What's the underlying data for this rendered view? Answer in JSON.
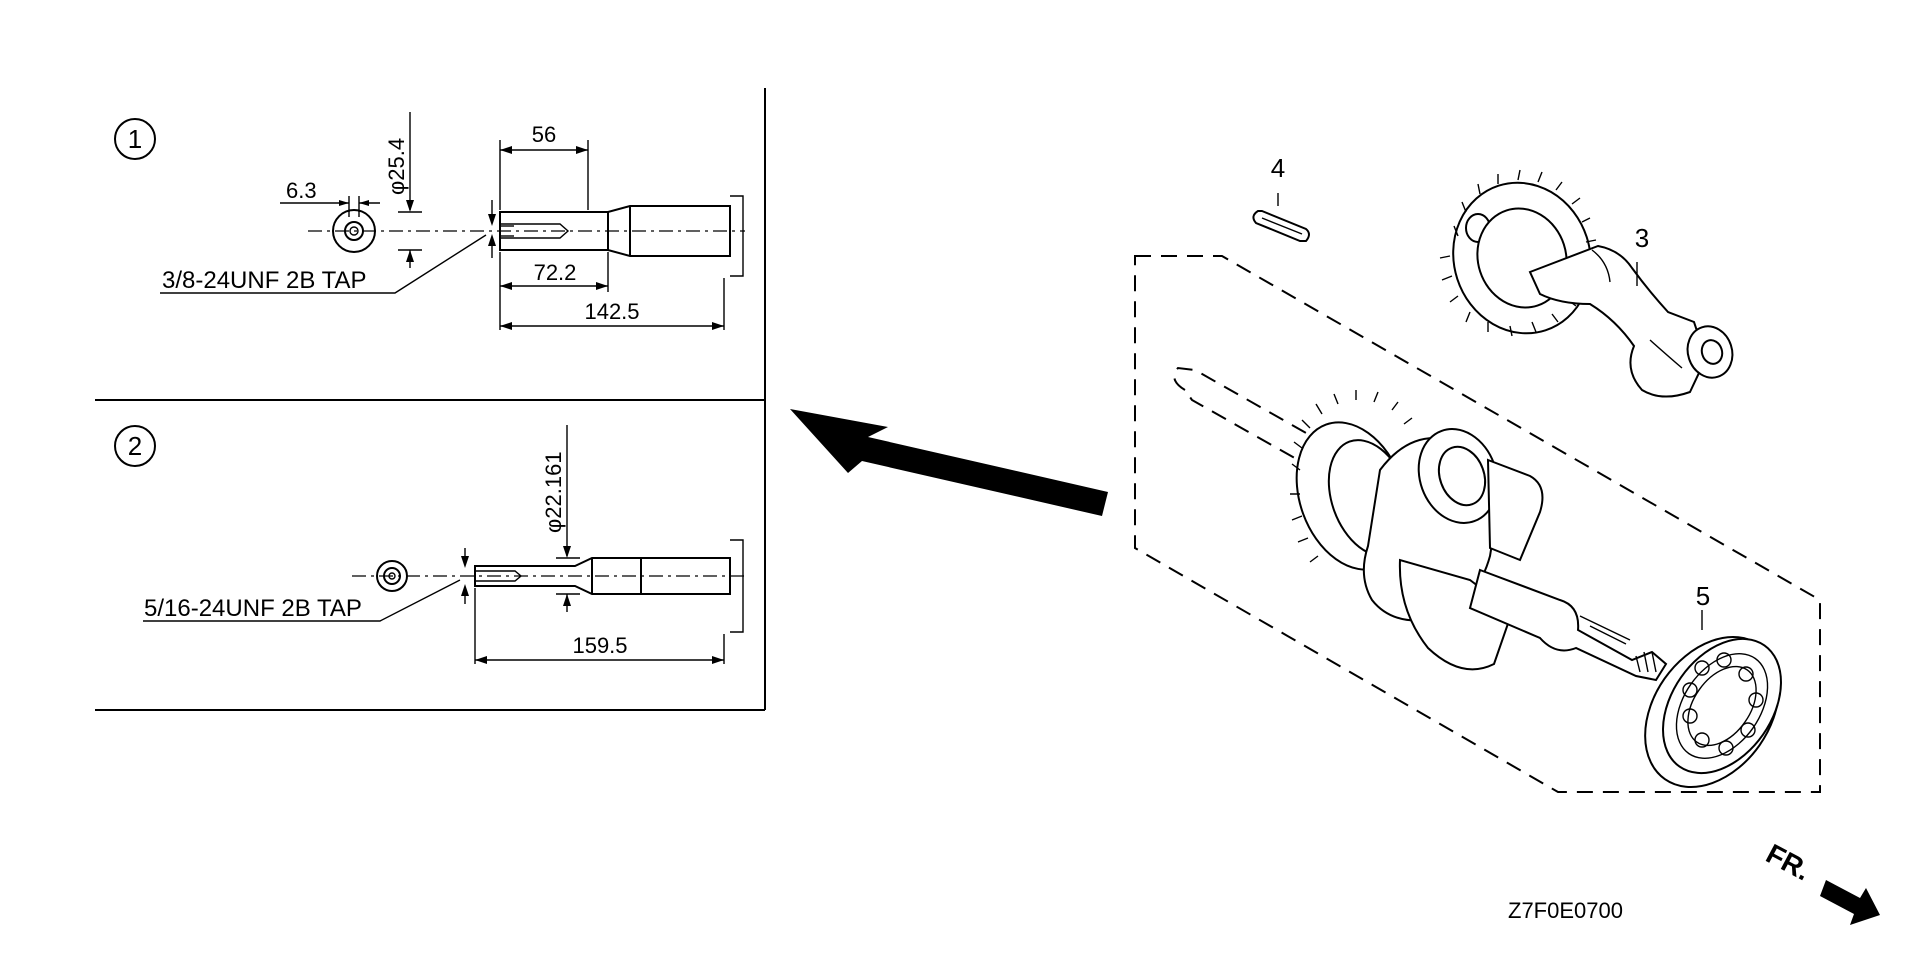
{
  "variant_1": {
    "number": "1",
    "dims": {
      "keyway_width": "6.3",
      "diameter": "φ25.4",
      "key_length": "56",
      "from_end": "72.2",
      "total": "142.5"
    },
    "tap": "3/8-24UNF 2B TAP"
  },
  "variant_2": {
    "number": "2",
    "dims": {
      "diameter": "φ22.161",
      "total": "159.5"
    },
    "tap": "5/16-24UNF 2B TAP"
  },
  "callouts": {
    "camshaft": "3",
    "key": "4",
    "bearing": "5"
  },
  "front_mark": "FR.",
  "diagram_code": "Z7F0E0700"
}
